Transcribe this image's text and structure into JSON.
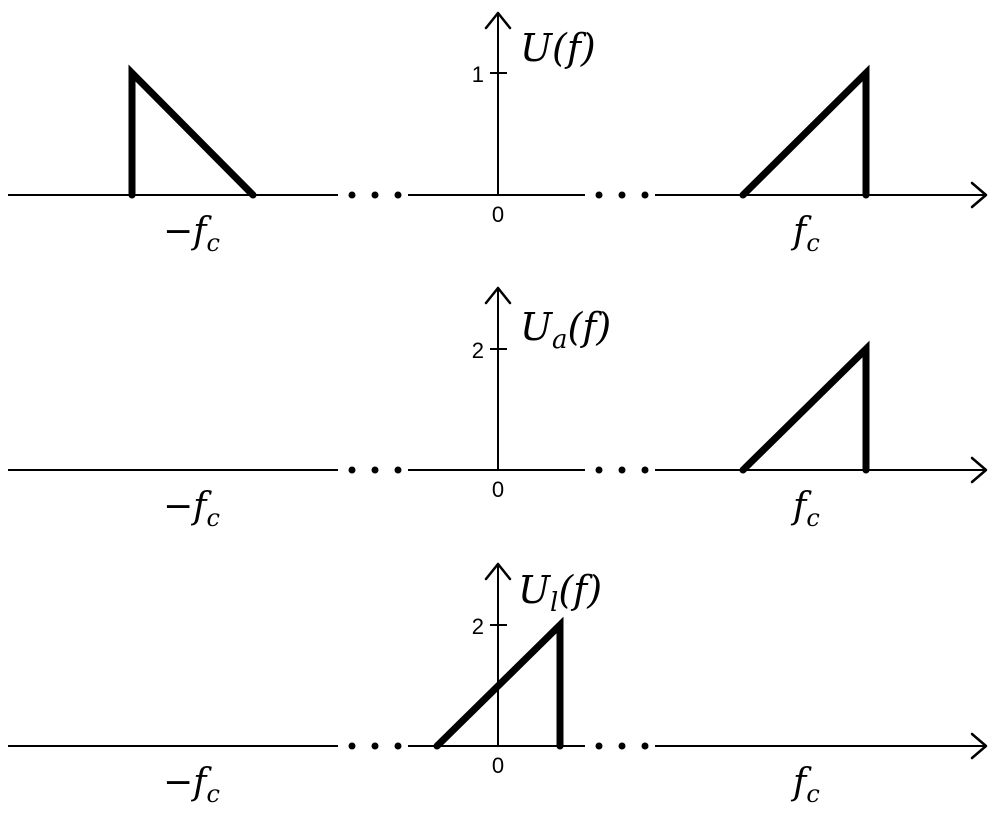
{
  "panels": [
    {
      "id": "U",
      "label_main": "U",
      "label_sub": "",
      "label_arg": "(f)",
      "y_tick": "1",
      "origin_label": "0",
      "neg_label_main": "−f",
      "neg_label_sub": "c",
      "pos_label_main": "f",
      "pos_label_sub": "c",
      "spectrum": [
        {
          "f_rel": -1.0,
          "amp": 1
        },
        {
          "f_rel": -0.5,
          "amp": 0
        }
      ]
    },
    {
      "id": "Ua",
      "label_main": "U",
      "label_sub": "a",
      "label_arg": "(f)",
      "y_tick": "2",
      "origin_label": "0",
      "neg_label_main": "−f",
      "neg_label_sub": "c",
      "pos_label_main": "f",
      "pos_label_sub": "c"
    },
    {
      "id": "Ul",
      "label_main": "U",
      "label_sub": "l",
      "label_arg": "(f)",
      "y_tick": "2",
      "origin_label": "0",
      "neg_label_main": "−f",
      "neg_label_sub": "c",
      "pos_label_main": "f",
      "pos_label_sub": "c"
    }
  ]
}
